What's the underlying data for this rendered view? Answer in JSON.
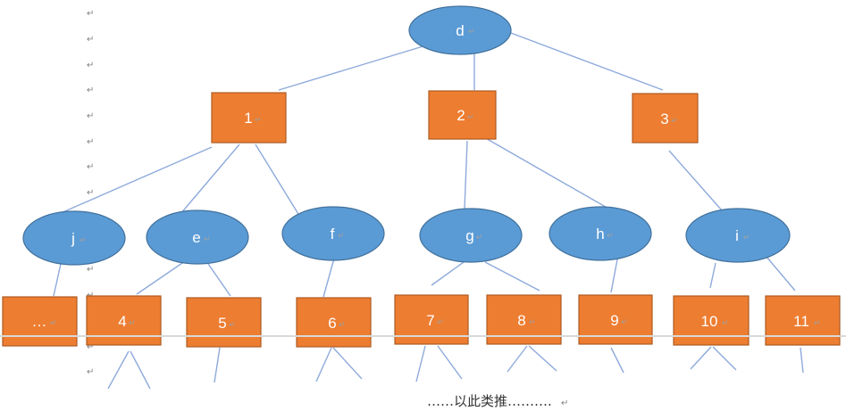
{
  "diagram": {
    "root": {
      "label": "d",
      "shape": "ellipse"
    },
    "level1": [
      {
        "label": "1",
        "shape": "rect"
      },
      {
        "label": "2",
        "shape": "rect"
      },
      {
        "label": "3",
        "shape": "rect"
      }
    ],
    "level2": [
      {
        "label": "j",
        "shape": "ellipse"
      },
      {
        "label": "e",
        "shape": "ellipse"
      },
      {
        "label": "f",
        "shape": "ellipse"
      },
      {
        "label": "g",
        "shape": "ellipse"
      },
      {
        "label": "h",
        "shape": "ellipse"
      },
      {
        "label": "i",
        "shape": "ellipse"
      }
    ],
    "level3": [
      {
        "label": "…",
        "shape": "rect"
      },
      {
        "label": "4",
        "shape": "rect"
      },
      {
        "label": "5",
        "shape": "rect"
      },
      {
        "label": "6",
        "shape": "rect"
      },
      {
        "label": "7",
        "shape": "rect"
      },
      {
        "label": "8",
        "shape": "rect"
      },
      {
        "label": "9",
        "shape": "rect"
      },
      {
        "label": "10",
        "shape": "rect"
      },
      {
        "label": "11",
        "shape": "rect"
      }
    ],
    "caption": "……以此类推………."
  },
  "colors": {
    "ellipse_fill": "#5b9bd5",
    "ellipse_stroke": "#41719c",
    "rect_fill": "#ed7d31",
    "rect_stroke": "#ae5a21",
    "edge": "#8eaadb",
    "label": "#ffffff"
  },
  "symbols": {
    "paragraph_mark": "↵",
    "paragraph_mark_name": "return-arrow-icon"
  }
}
